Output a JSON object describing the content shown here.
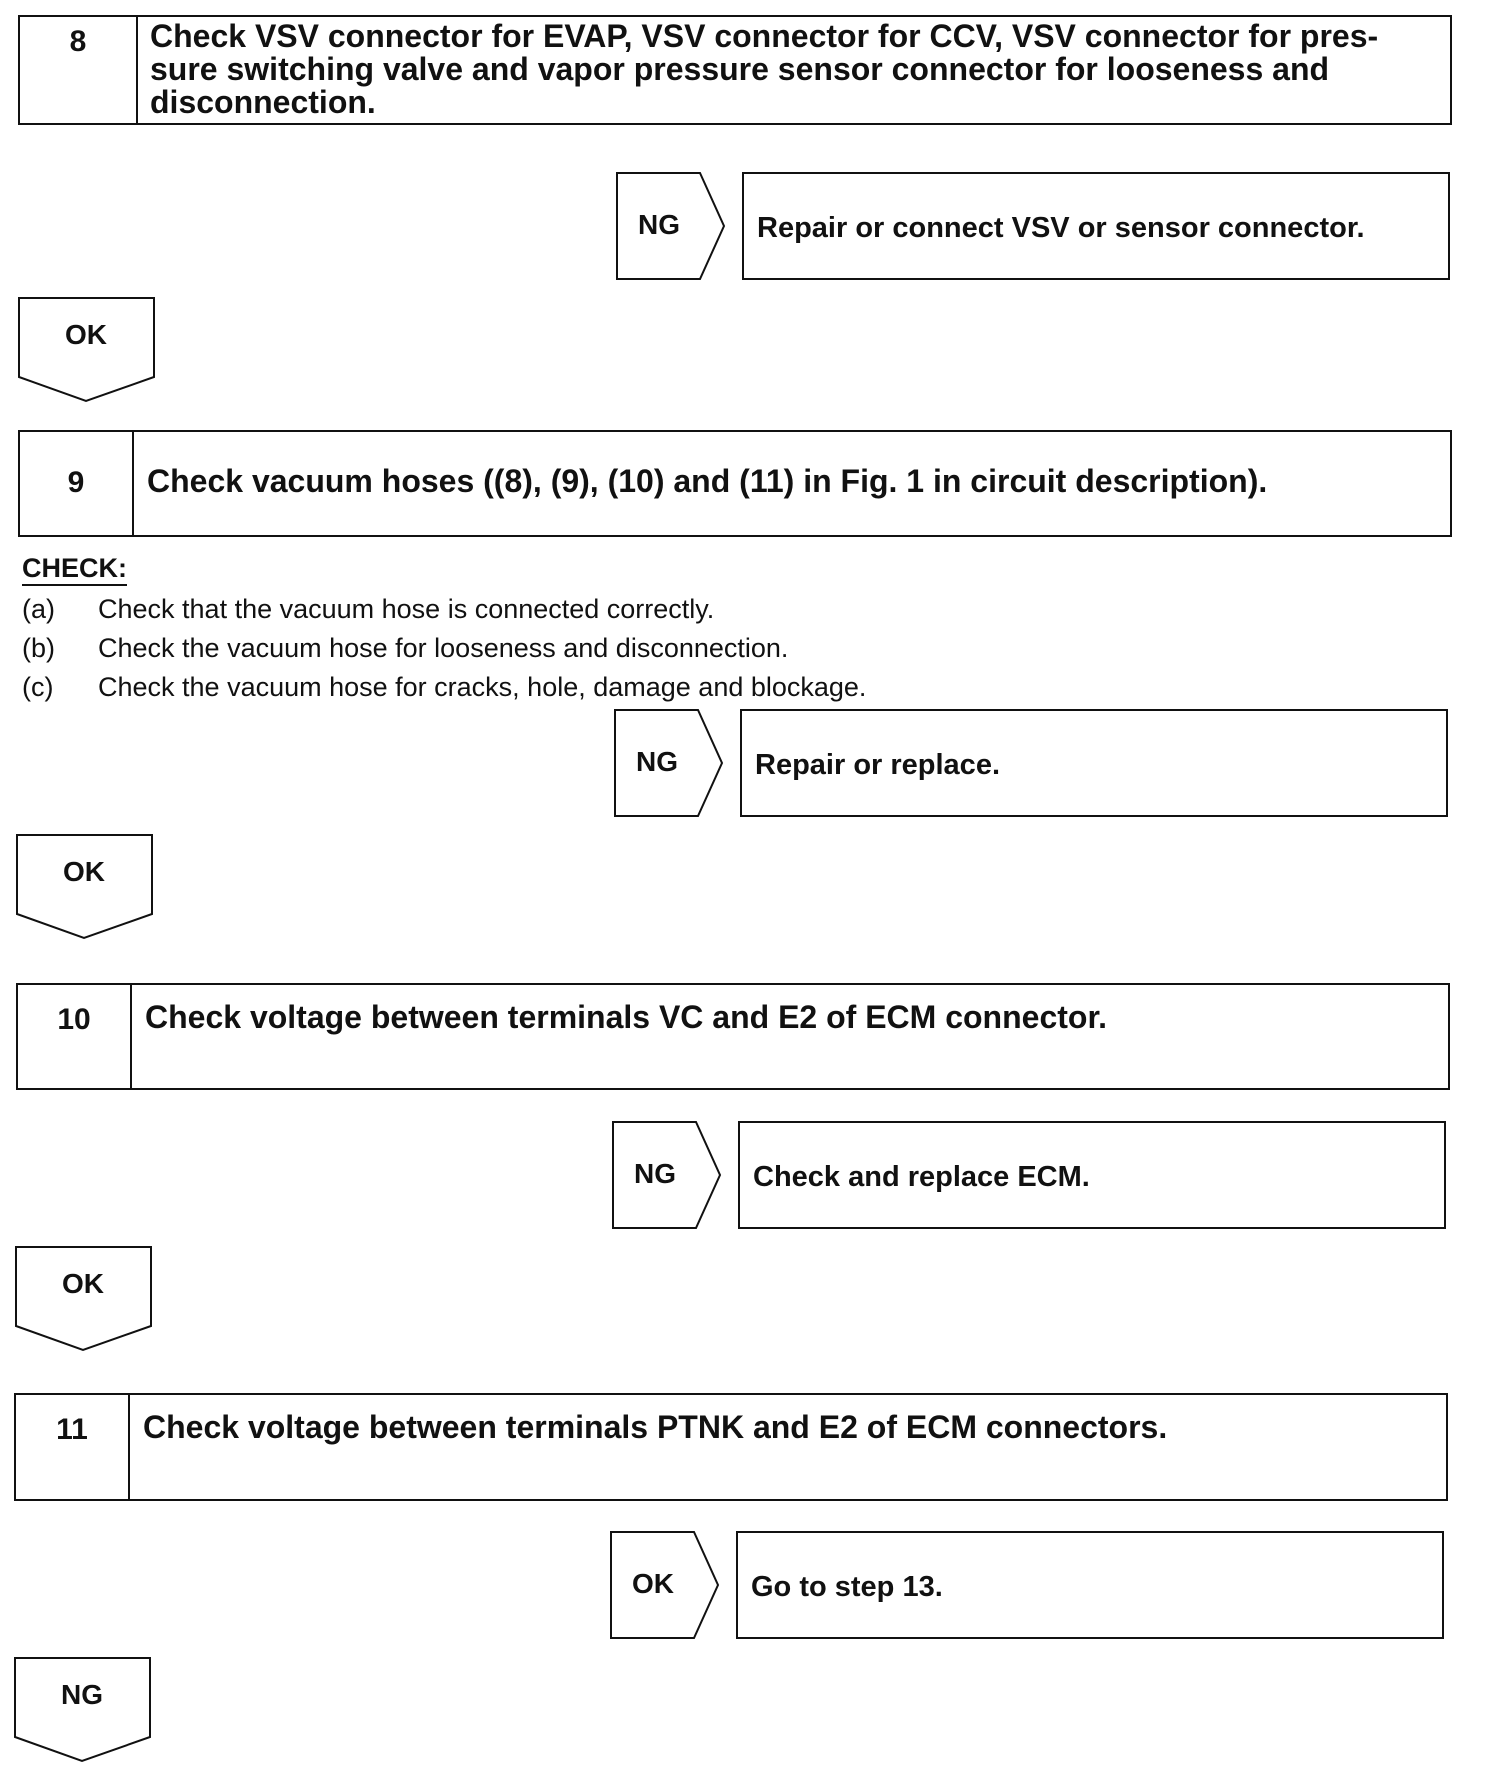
{
  "steps": [
    {
      "number": "8",
      "title": "Check VSV connector for EVAP, VSV connector for CCV, VSV connector for pres-sure switching valve and vapor pressure sensor connector for looseness and disconnection."
    },
    {
      "number": "9",
      "title": "Check vacuum hoses ((8), (9), (10) and (11) in Fig. 1 in circuit description)."
    },
    {
      "number": "10",
      "title": "Check voltage between terminals VC and E2 of ECM connector."
    },
    {
      "number": "11",
      "title": "Check voltage between terminals PTNK and E2 of ECM connectors."
    }
  ],
  "branches": [
    {
      "label": "NG",
      "action": "Repair or connect VSV or sensor connector."
    },
    {
      "label": "NG",
      "action": "Repair or replace."
    },
    {
      "label": "NG",
      "action": "Check and replace ECM."
    },
    {
      "label": "OK",
      "action": "Go to step 13."
    }
  ],
  "down_tags": [
    "OK",
    "OK",
    "OK",
    "NG"
  ],
  "check": {
    "heading": "CHECK:",
    "items": [
      {
        "label": "(a)",
        "text": "Check that the vacuum hose is connected correctly."
      },
      {
        "label": "(b)",
        "text": "Check the vacuum hose for looseness and disconnection."
      },
      {
        "label": "(c)",
        "text": "Check the vacuum hose for cracks, hole, damage and blockage."
      }
    ]
  }
}
